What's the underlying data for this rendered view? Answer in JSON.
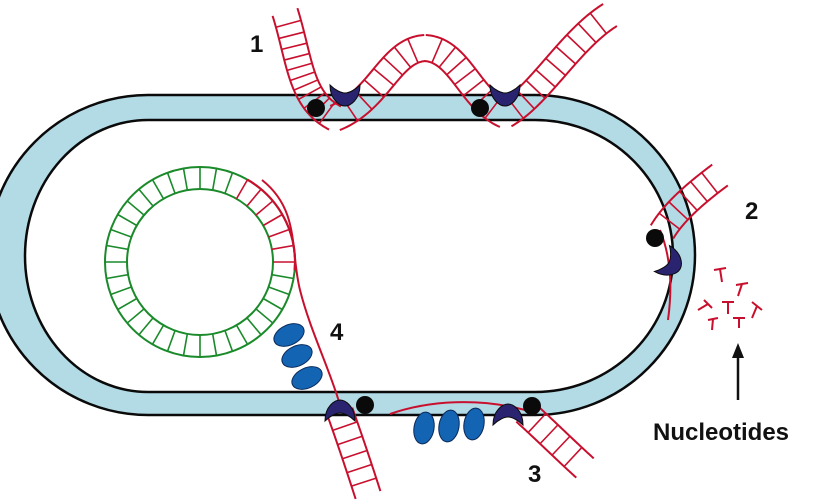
{
  "labels": {
    "step1": "1",
    "step2": "2",
    "step3": "3",
    "step4": "4",
    "nucleotides": "Nucleotides"
  },
  "colors": {
    "membrane_fill": "#b3dbe6",
    "membrane_stroke": "#0a0a0a",
    "dna_strand": "#c8102e",
    "circular_dna": "#1a8a2a",
    "enzyme": "#2a2470",
    "binding_protein": "#1464b4",
    "anchor_dot": "#0a0a0a"
  },
  "icons": {
    "membrane": "capsule-membrane-icon",
    "dna": "double-stranded-dna-icon",
    "circular_dna": "circular-dna-icon",
    "enzyme": "crescent-enzyme-icon",
    "protein": "oval-protein-icon",
    "nucleotide": "nucleotide-fragment-icon",
    "arrow": "up-arrow-icon"
  }
}
